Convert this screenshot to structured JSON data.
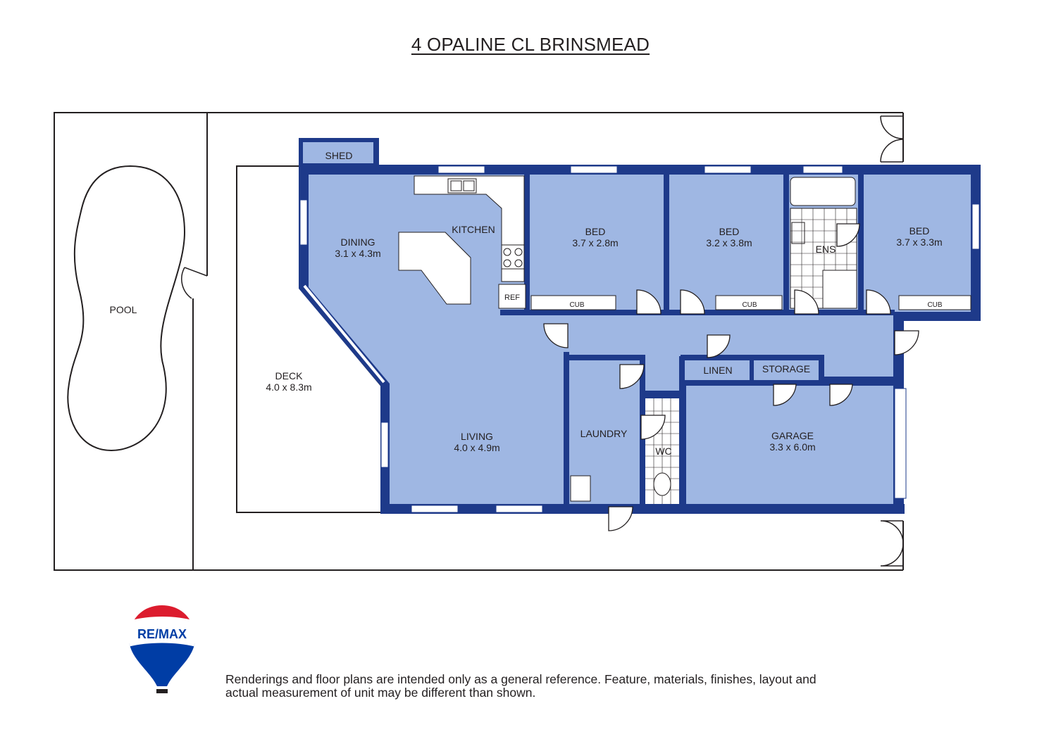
{
  "title": "4 OPALINE CL BRINSMEAD",
  "rooms": {
    "shed": "SHED",
    "pool": "POOL",
    "dining": {
      "name": "DINING",
      "dims": "3.1 x 4.3m"
    },
    "kitchen": "KITCHEN",
    "ref": "REF",
    "bed1": {
      "name": "BED",
      "dims": "3.7 x 2.8m"
    },
    "bed2": {
      "name": "BED",
      "dims": "3.2 x 3.8m"
    },
    "bed3": {
      "name": "BED",
      "dims": "3.7 x 3.3m"
    },
    "ens": "ENS",
    "cub1": "CUB",
    "cub2": "CUB",
    "cub3": "CUB",
    "deck": {
      "name": "DECK",
      "dims": "4.0 x 8.3m"
    },
    "living": {
      "name": "LIVING",
      "dims": "4.0 x 4.9m"
    },
    "laundry": "LAUNDRY",
    "wc": "WC",
    "linen": "LINEN",
    "storage": "STORAGE",
    "garage": {
      "name": "GARAGE",
      "dims": "3.3 x 6.0m"
    }
  },
  "logo": {
    "brand": "RE/MAX"
  },
  "disclaimer": {
    "line1": "Renderings and floor plans are intended only as a general reference. Feature, materials, finishes, layout and",
    "line2": "actual measurement of unit may be different than shown."
  },
  "colors": {
    "wall": "#1e3a8a",
    "floor": "#9fb7e3",
    "text": "#231f20"
  }
}
